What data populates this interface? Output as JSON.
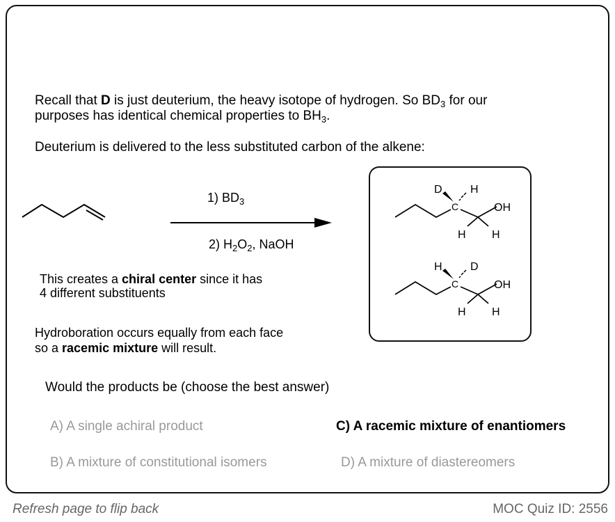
{
  "intro": {
    "p1_a": "Recall that ",
    "p1_bold": "D",
    "p1_b": " is just deuterium, the heavy isotope of hydrogen. So BD",
    "p1_sub": "3",
    "p1_c": " for our",
    "p1_d": "purposes has identical chemical properties to BH",
    "p1_sub2": "3",
    "p1_e": ".",
    "p2": "Deuterium is delivered to the less substituted carbon of the alkene:"
  },
  "reaction": {
    "step1": "1) BD",
    "step1_sub": "3",
    "step2_a": "2) H",
    "step2_sub1": "2",
    "step2_b": "O",
    "step2_sub2": "2",
    "step2_c": ", NaOH",
    "labels": {
      "D": "D",
      "H": "H",
      "C": "C",
      "OH": "OH"
    }
  },
  "notes": {
    "chiral_a": "This creates a ",
    "chiral_bold": "chiral center",
    "chiral_b": " since it has",
    "chiral_c": "4 different substituents",
    "racemic_a": "Hydroboration occurs equally from each face",
    "racemic_b": "so a ",
    "racemic_bold": "racemic mixture",
    "racemic_c": " will result."
  },
  "question": "Would the products be (choose the best answer)",
  "options": [
    {
      "label": "A) A single achiral product",
      "selected": false
    },
    {
      "label": "B) A mixture of constitutional isomers",
      "selected": false
    },
    {
      "label": "C) A racemic mixture of enantiomers",
      "selected": true
    },
    {
      "label": "D) A mixture of diastereomers",
      "selected": false
    }
  ],
  "footer": {
    "left": "Refresh page to flip back",
    "right": "MOC Quiz ID: 2556"
  }
}
